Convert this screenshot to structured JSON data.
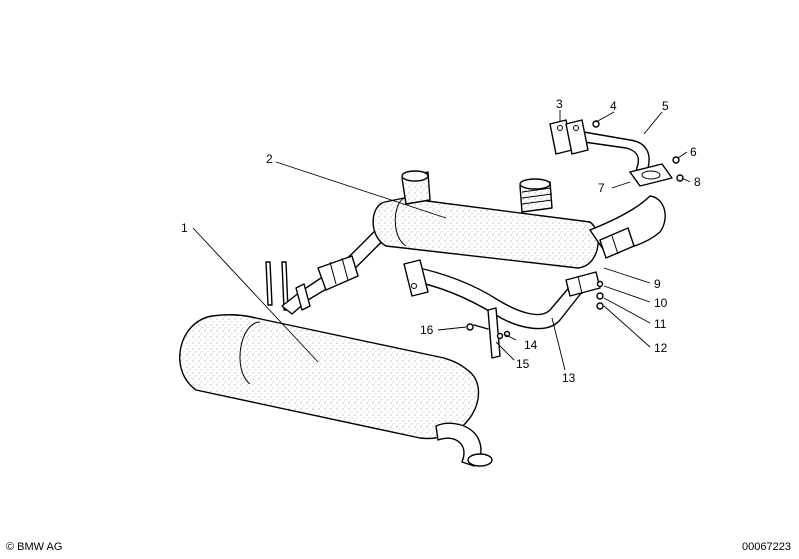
{
  "callouts": [
    "1",
    "2",
    "3",
    "4",
    "5",
    "6",
    "7",
    "8",
    "9",
    "10",
    "11",
    "12",
    "13",
    "14",
    "15",
    "16"
  ],
  "footer": {
    "copyright": "© BMW AG",
    "doc_number": "00067223"
  },
  "colors": {
    "line": "#000000",
    "background": "#ffffff"
  }
}
